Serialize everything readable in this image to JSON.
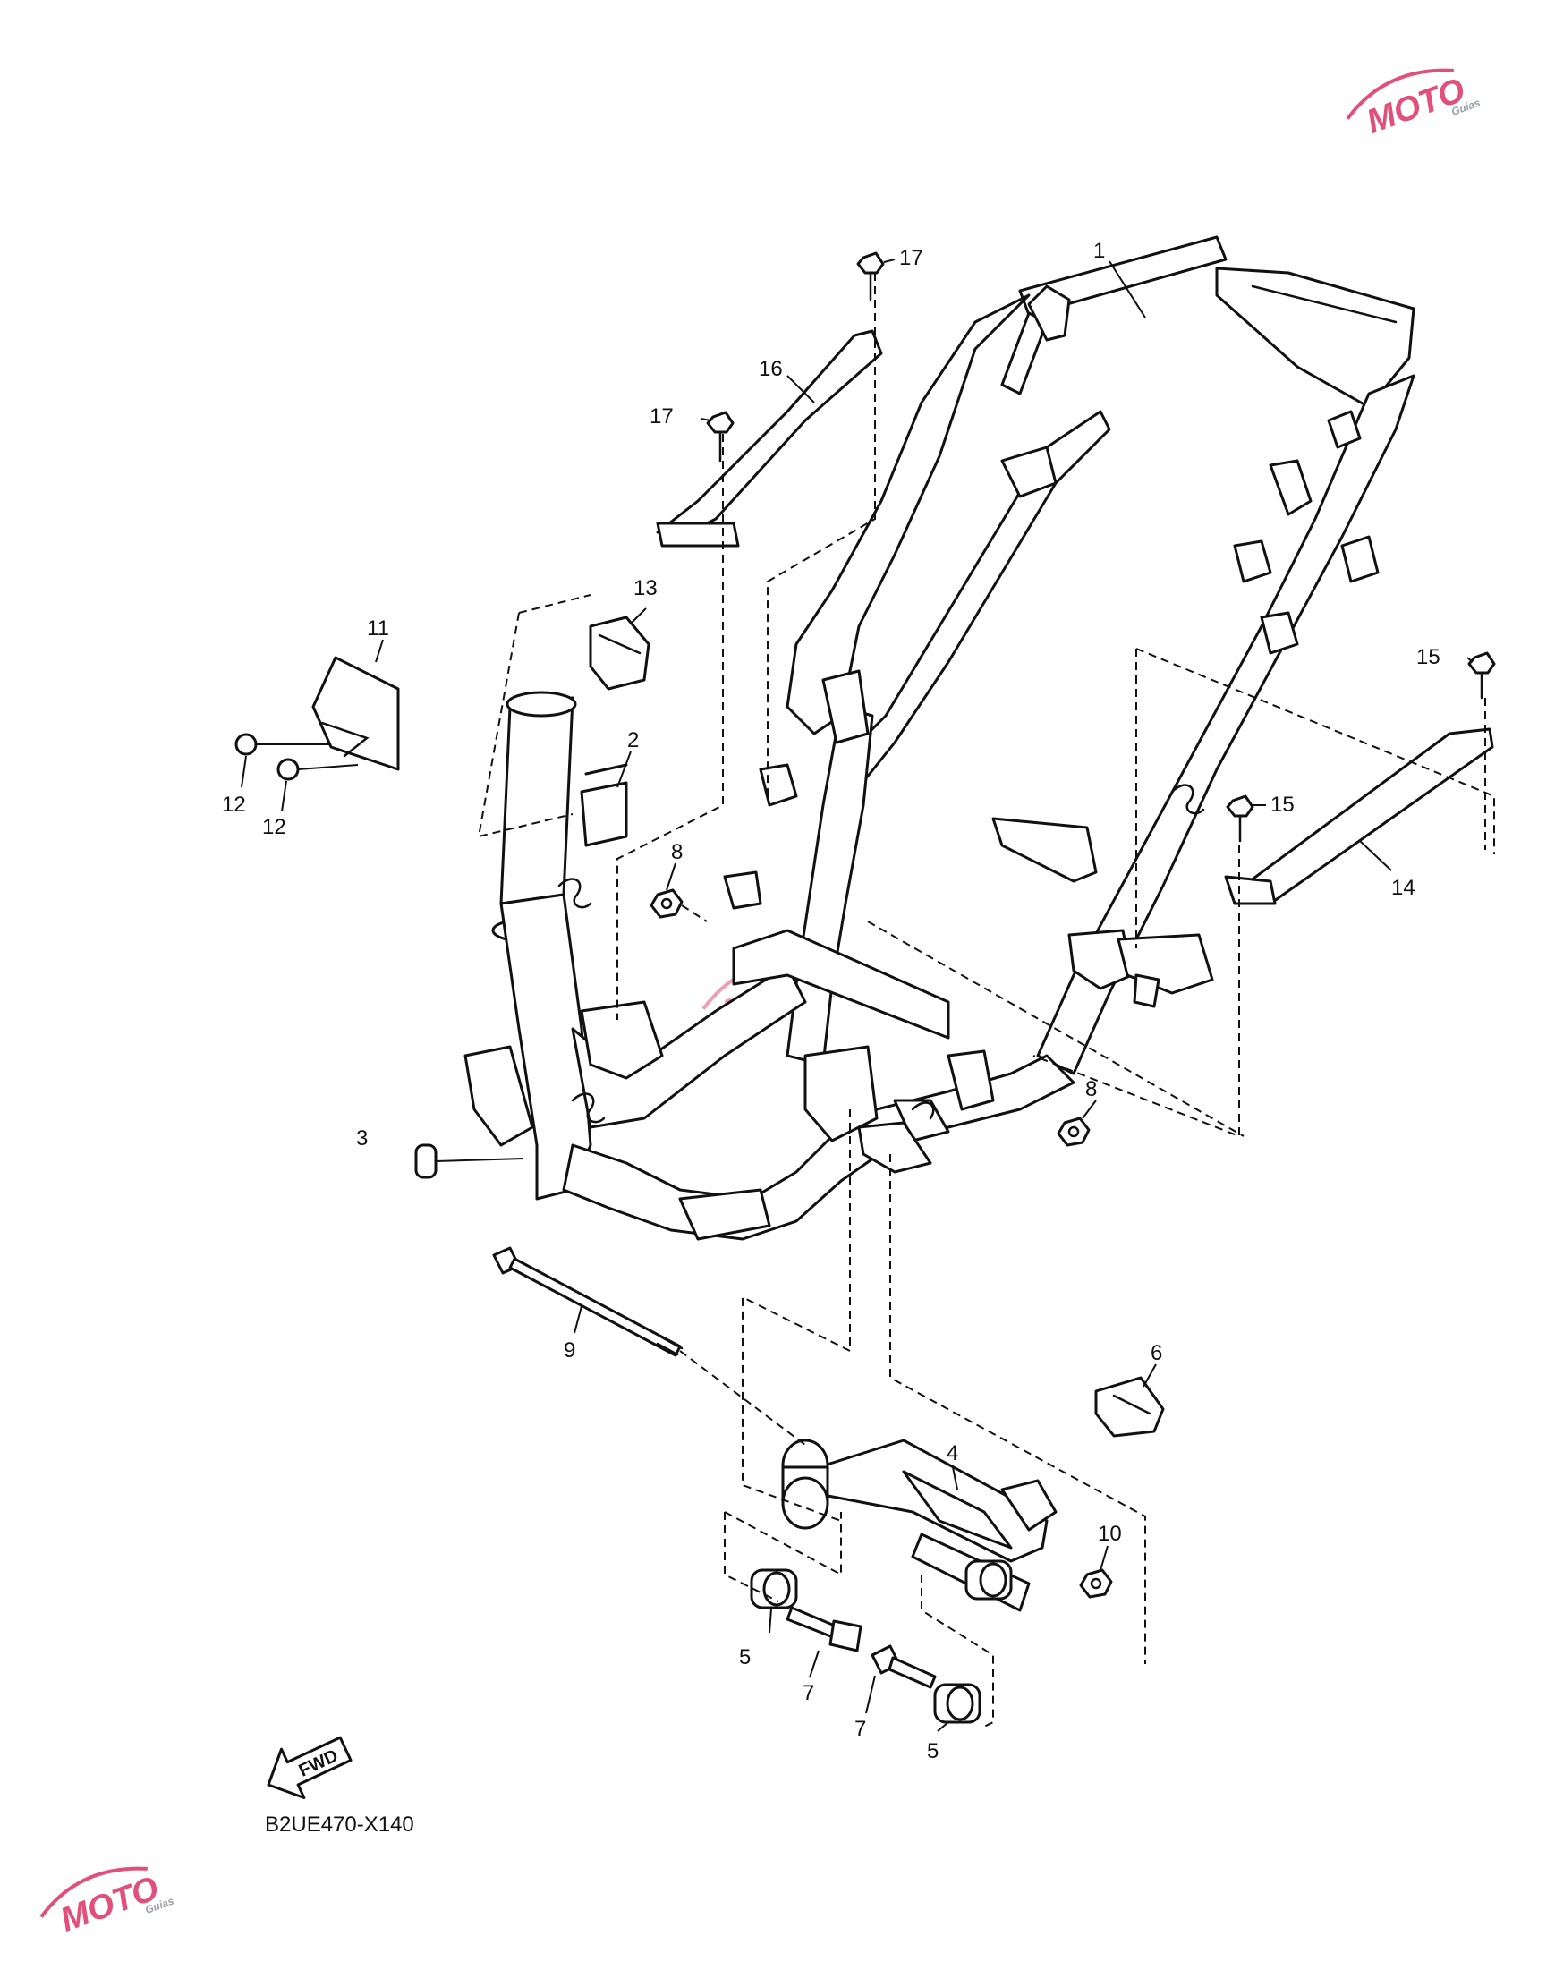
{
  "diagram": {
    "code": "B2UE470-X140",
    "fwd_label": "FWD",
    "watermark": {
      "main": "MOTO",
      "sub": "Guias"
    },
    "colors": {
      "line": "#111111",
      "watermark_pink": "#e0507a",
      "watermark_gray": "#9aa0a8"
    },
    "callouts": [
      {
        "id": "c1",
        "text": "1"
      },
      {
        "id": "c2",
        "text": "2"
      },
      {
        "id": "c3",
        "text": "3"
      },
      {
        "id": "c4",
        "text": "4"
      },
      {
        "id": "c5a",
        "text": "5"
      },
      {
        "id": "c5b",
        "text": "5"
      },
      {
        "id": "c6",
        "text": "6"
      },
      {
        "id": "c7a",
        "text": "7"
      },
      {
        "id": "c7b",
        "text": "7"
      },
      {
        "id": "c8a",
        "text": "8"
      },
      {
        "id": "c8b",
        "text": "8"
      },
      {
        "id": "c9",
        "text": "9"
      },
      {
        "id": "c10",
        "text": "10"
      },
      {
        "id": "c11",
        "text": "11"
      },
      {
        "id": "c12a",
        "text": "12"
      },
      {
        "id": "c12b",
        "text": "12"
      },
      {
        "id": "c13",
        "text": "13"
      },
      {
        "id": "c14",
        "text": "14"
      },
      {
        "id": "c15a",
        "text": "15"
      },
      {
        "id": "c15b",
        "text": "15"
      },
      {
        "id": "c16",
        "text": "16"
      },
      {
        "id": "c17a",
        "text": "17"
      },
      {
        "id": "c17b",
        "text": "17"
      }
    ]
  }
}
